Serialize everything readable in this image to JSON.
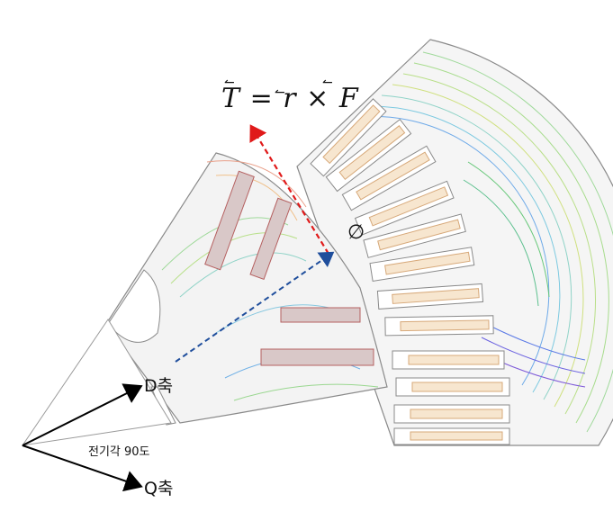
{
  "equation": {
    "lhs": "T",
    "equals": "=",
    "r": "r",
    "times": "×",
    "f": "F",
    "arrow_mark": "↼"
  },
  "labels": {
    "flux": "∅",
    "d_axis": "D축",
    "q_axis": "Q축",
    "electrical_angle": "전기각 90도"
  },
  "colors": {
    "torque_arrow": "#e01a1a",
    "flux_arrow": "#1f4e9c",
    "axis_arrow": "#000000",
    "steel": "#f1f1f1",
    "outline": "#8a8a8a",
    "winding": "#f7e6cf",
    "magnet": "#d9c8c8"
  }
}
